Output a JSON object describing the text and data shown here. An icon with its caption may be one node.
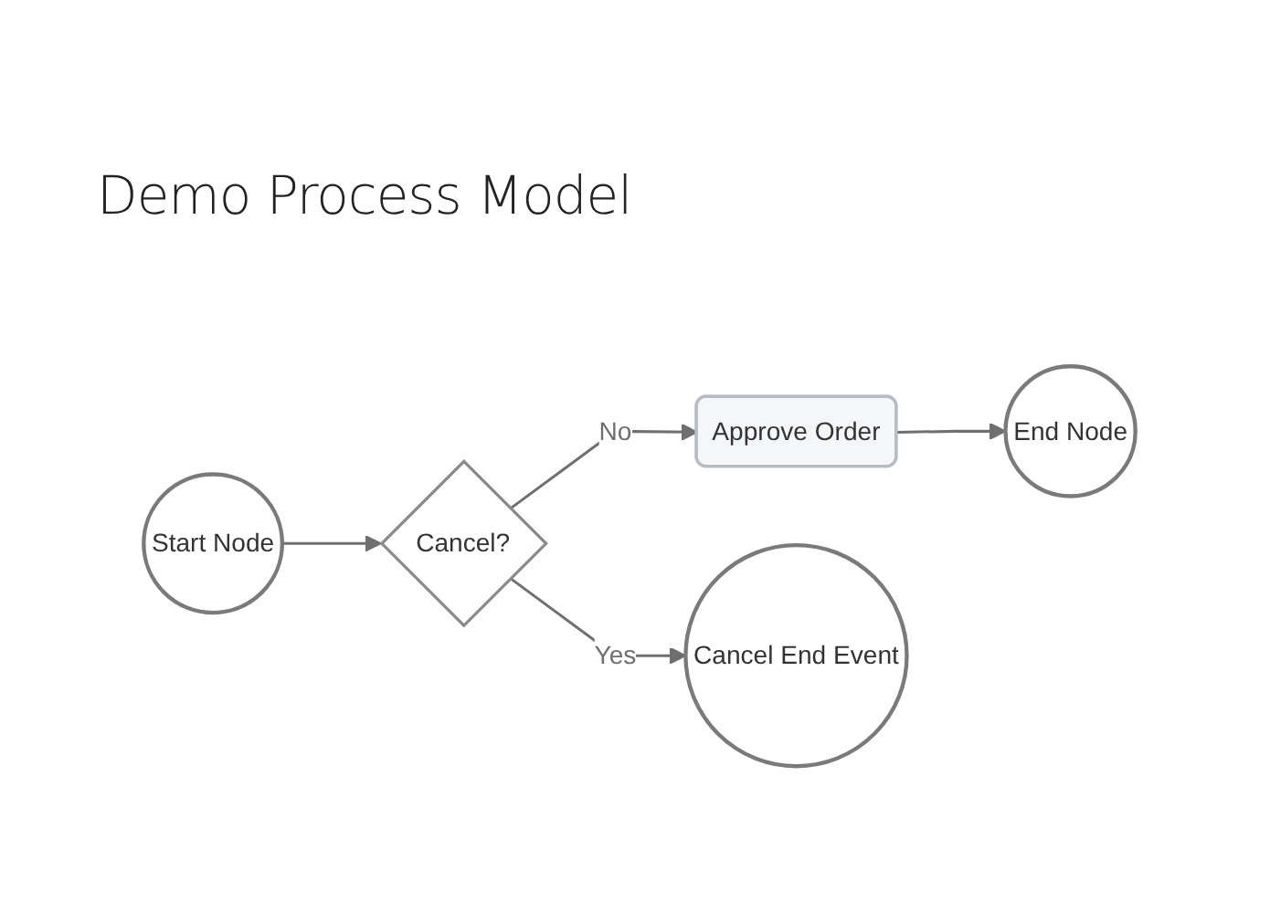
{
  "diagram": {
    "title": "Demo Process Model",
    "nodes": [
      {
        "text": [
          "Start Node"
        ]
      },
      {
        "text": [
          "Cancel?"
        ]
      },
      {
        "text": [
          "Approve Order"
        ]
      },
      {
        "text": [
          "End Node"
        ]
      },
      {
        "text": [
          "Cancel End Event"
        ]
      }
    ],
    "edges": [
      {
        "from": 0,
        "to": 1,
        "arrow": "to"
      },
      {
        "from": 1,
        "to": 2,
        "label": "No",
        "arrow": "to"
      },
      {
        "from": 2,
        "to": 3,
        "arrow": "to"
      },
      {
        "from": 1,
        "to": 4,
        "label": "Yes",
        "arrow": "to"
      }
    ]
  }
}
